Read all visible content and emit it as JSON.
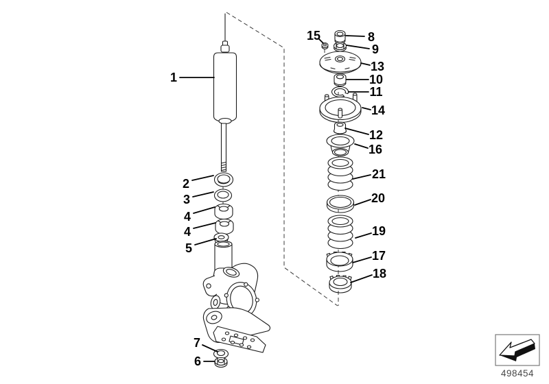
{
  "diagram": {
    "type": "exploded-parts-diagram",
    "callouts": {
      "c1": "1",
      "c2": "2",
      "c3": "3",
      "c4a": "4",
      "c4b": "4",
      "c5": "5",
      "c6": "6",
      "c7": "7",
      "c8": "8",
      "c9": "9",
      "c10": "10",
      "c11": "11",
      "c12": "12",
      "c13": "13",
      "c14": "14",
      "c15": "15",
      "c16": "16",
      "c17": "17",
      "c18": "18",
      "c19": "19",
      "c20": "20",
      "c21": "21"
    },
    "colors": {
      "line": "#1a1a1a",
      "label": "#000000",
      "background": "#ffffff",
      "code_text": "#474747",
      "box_border": "#7a7a7a"
    }
  },
  "footer": {
    "diagram_code": "498454",
    "icon": "direction-of-travel-arrow-icon"
  }
}
